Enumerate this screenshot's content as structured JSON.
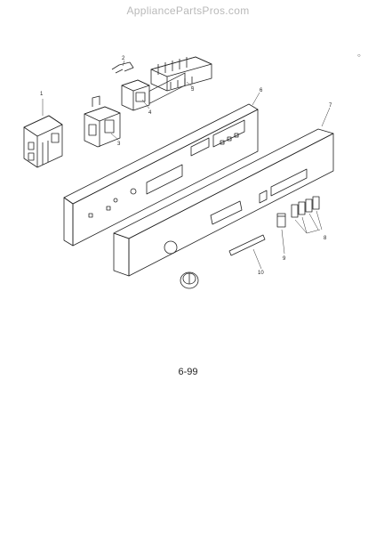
{
  "watermark": "AppliancePartsPros.com",
  "figure_number": "6-99",
  "callouts": [
    "1",
    "2",
    "3",
    "4",
    "5",
    "6",
    "7",
    "8",
    "9",
    "10"
  ],
  "small_mark": "○"
}
